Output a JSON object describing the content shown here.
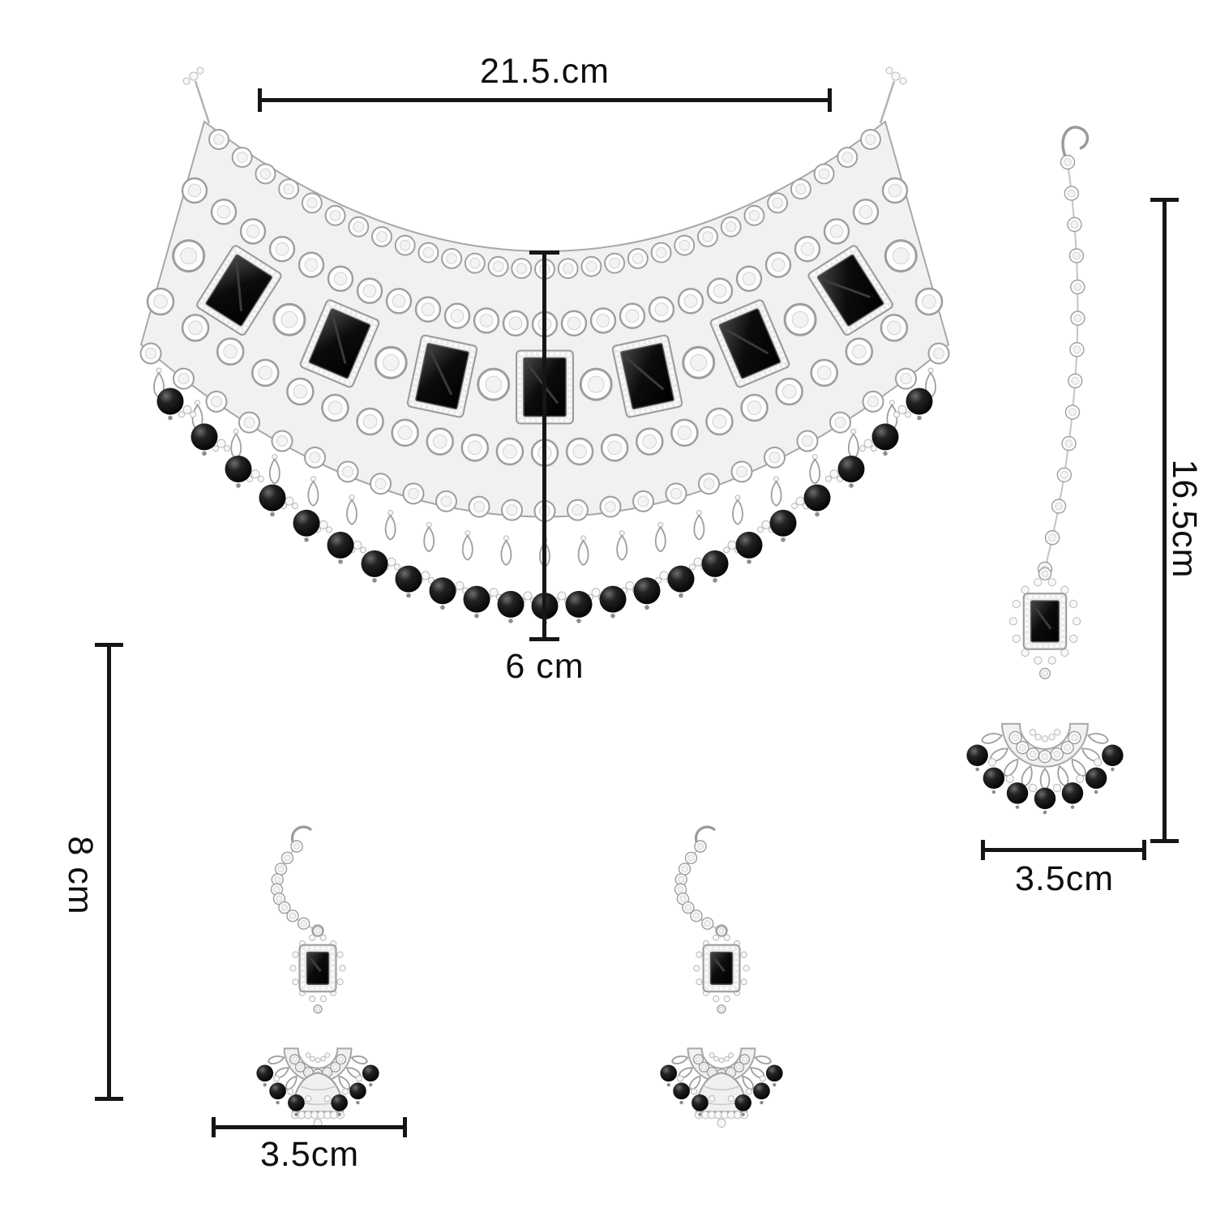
{
  "image_type": "product-dimension-photo",
  "product": "silver-kundan-bridal-jewellery-set",
  "pieces": [
    "choker-necklace",
    "maang-tikka",
    "earring-left",
    "earring-right"
  ],
  "annotations": {
    "necklace_width": {
      "label": "21.5.cm"
    },
    "necklace_drop": {
      "label": "6 cm"
    },
    "tikka_height": {
      "label": "16.5cm"
    },
    "tikka_width": {
      "label": "3.5cm"
    },
    "earring_length": {
      "label": "8 cm"
    },
    "earring_width": {
      "label": "3.5cm"
    }
  },
  "colors": {
    "background": "#ffffff",
    "metal_stroke": "#9e9e9e",
    "metal_light": "#f1f1f1",
    "stone_white": "#fdfdfd",
    "gem_black": "#0a0a0a",
    "bead_black": "#111111",
    "pearl_white": "#f7f7f7",
    "dimension_line": "#161616"
  }
}
